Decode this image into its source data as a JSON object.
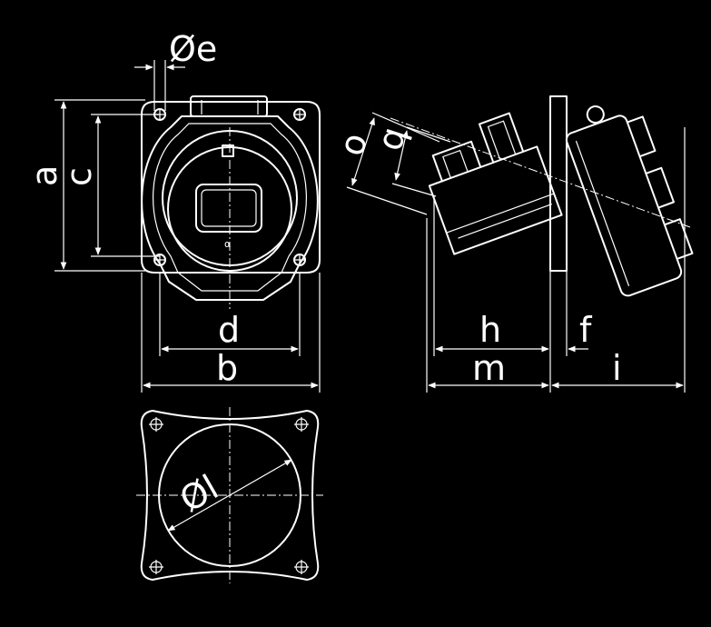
{
  "labels": {
    "a": "a",
    "c": "c",
    "e": "Øe",
    "d": "d",
    "b": "b",
    "h": "h",
    "f": "f",
    "m": "m",
    "i": "i",
    "o": "o",
    "q": "q",
    "l": "Øl"
  },
  "colors": {
    "background": "#000000",
    "line": "#ffffff"
  }
}
